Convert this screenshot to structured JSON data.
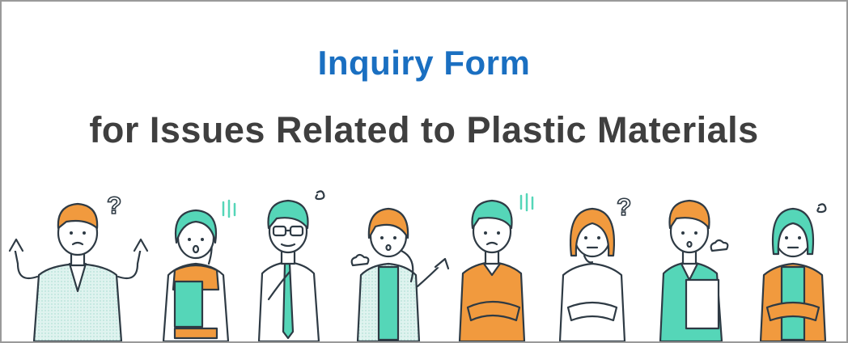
{
  "banner": {
    "title": "Inquiry Form",
    "subtitle": "for Issues Related to Plastic Materials"
  },
  "colors": {
    "title": "#1a6fc1",
    "subtitle": "#3f3f3f",
    "teal": "#55d6b8",
    "orange": "#f19a3e",
    "skin": "#ffffff",
    "outline": "#2e3a44",
    "border": "#9a9a9a"
  },
  "illustration": {
    "people": [
      {
        "name": "man-shrugging",
        "hair": "orange",
        "outfit": "light-jacket",
        "icon": "question-mark-icon"
      },
      {
        "name": "woman-surprised",
        "hair": "teal",
        "outfit": "orange-top",
        "icon": "shock-lines-icon"
      },
      {
        "name": "man-glasses-thinking",
        "hair": "teal",
        "outfit": "shirt-tie",
        "icon": "scribble-icon"
      },
      {
        "name": "woman-sighing",
        "hair": "orange",
        "outfit": "light-jacket",
        "icon": "sigh-puff-icon"
      },
      {
        "name": "man-worried",
        "hair": "teal",
        "outfit": "orange-sweater",
        "icon": "shock-lines-icon"
      },
      {
        "name": "woman-pondering",
        "hair": "orange",
        "outfit": "white-blouse",
        "icon": "question-mark-icon"
      },
      {
        "name": "man-with-clipboard",
        "hair": "orange",
        "outfit": "teal-suit",
        "icon": "sigh-puff-icon"
      },
      {
        "name": "woman-arms-crossed",
        "hair": "teal",
        "outfit": "orange-cardigan",
        "icon": "scribble-icon"
      }
    ]
  }
}
